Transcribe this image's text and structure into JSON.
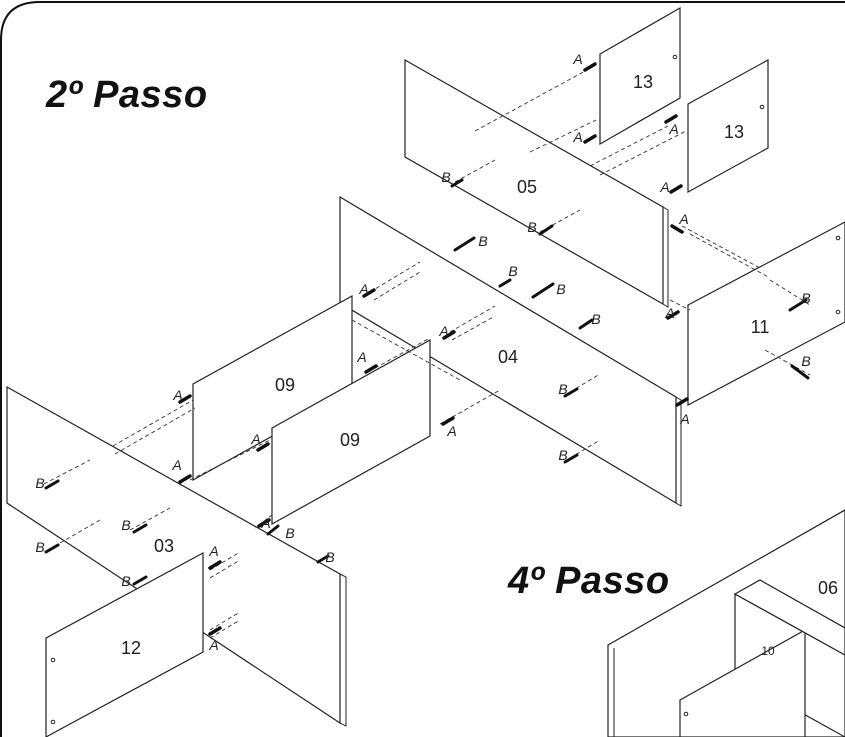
{
  "titles": {
    "step2": "2º Passo",
    "step4": "4º Passo"
  },
  "panels": {
    "p13a": "13",
    "p13b": "13",
    "p05": "05",
    "p04": "04",
    "p11": "11",
    "p09a": "09",
    "p09b": "09",
    "p03": "03",
    "p12": "12",
    "p06": "06",
    "p10": "10"
  },
  "hardware": {
    "dowel": "A",
    "screw": "B"
  }
}
